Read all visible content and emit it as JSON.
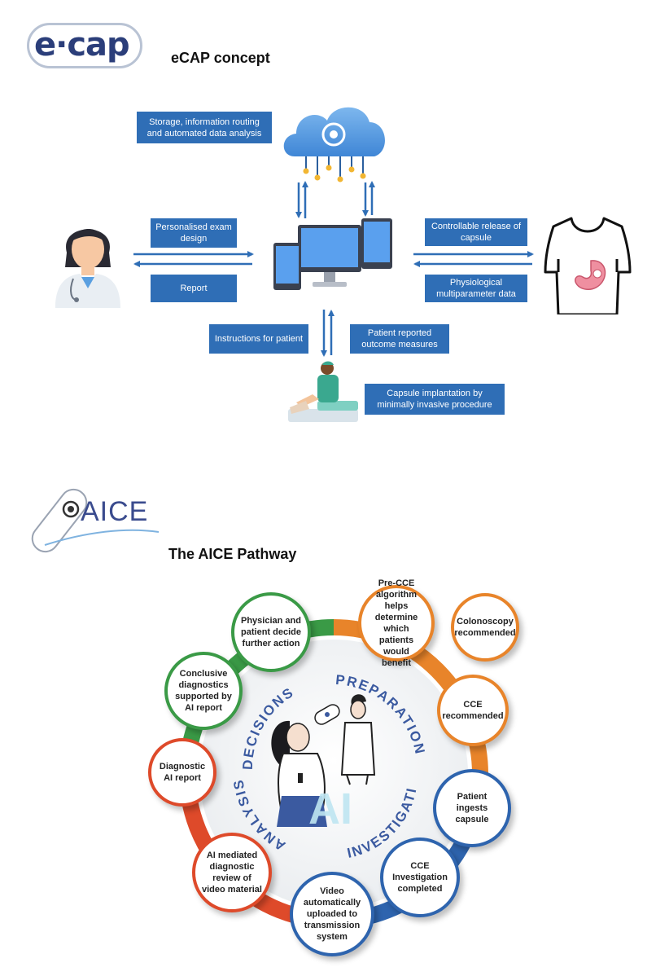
{
  "ecap": {
    "logo_text": "e·cap",
    "title": "eCAP concept",
    "boxes": {
      "storage": "Storage, information routing and automated data analysis",
      "exam_design": "Personalised exam design",
      "report": "Report",
      "controllable_release": "Controllable release of capsule",
      "physiological": "Physiological multiparameter data",
      "instructions": "Instructions for patient",
      "patient_reported": "Patient reported outcome measures",
      "implantation": "Capsule implantation by minimally invasive procedure"
    },
    "colors": {
      "box": "#2f6eb6",
      "cloud": "#4f95de",
      "logo": "#2b3e7a"
    }
  },
  "aice": {
    "logo_text": "AICE",
    "title": "The AICE Pathway",
    "center_label": "AI",
    "sections": {
      "decisions": "DECISIONS",
      "preparation": "PREPARATION",
      "investigation": "INVESTIGATION",
      "analysis": "ANALYSIS"
    },
    "steps": {
      "physician": "Physician and patient decide further action",
      "pre_cce": "Pre-CCE algorithm helps determine which patients would benefit",
      "colonoscopy": "Colonoscopy recommended",
      "cce_recommended": "CCE recommended",
      "ingests": "Patient ingests capsule",
      "cce_completed": "CCE Investigation completed",
      "video": "Video automatically uploaded to transmission system",
      "ai_mediated": "AI mediated diagnostic review of video material",
      "diagnostic_report": "Diagnostic AI report",
      "conclusive": "Conclusive diagnostics supported by AI report"
    },
    "colors": {
      "green": "#3a9a46",
      "orange": "#e8842a",
      "blue": "#2e64ae",
      "red": "#de4a2a"
    }
  }
}
